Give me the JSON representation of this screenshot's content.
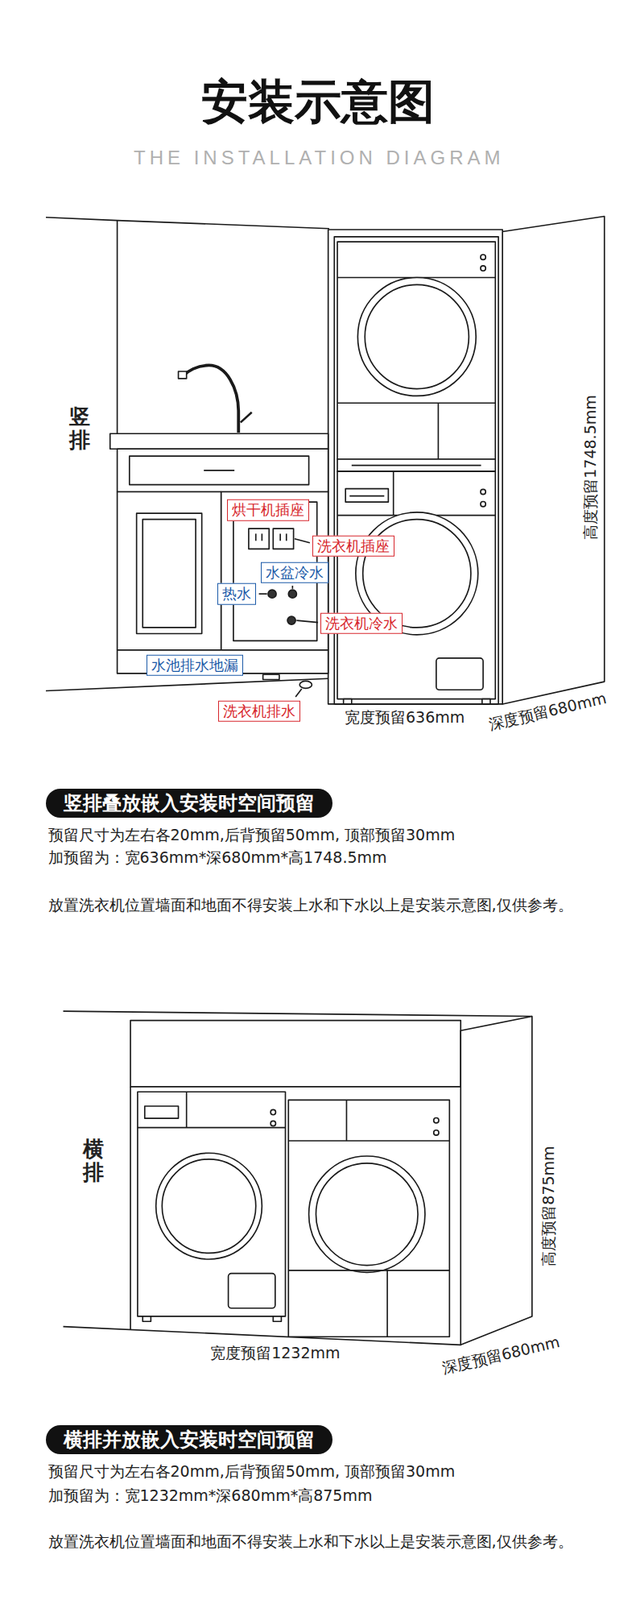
{
  "diagram": {
    "title": "安装示意图",
    "nodes": [
      {
        "text": [
          "烘干机插座"
        ]
      },
      {
        "text": [
          "洗衣机插座"
        ]
      },
      {
        "text": [
          "水盆冷水"
        ]
      },
      {
        "text": [
          "热水"
        ]
      },
      {
        "text": [
          "洗衣机冷水"
        ]
      },
      {
        "text": [
          "水池排水地漏"
        ]
      },
      {
        "text": [
          "洗衣机排水"
        ]
      },
      {
        "text": [
          "竖排叠放嵌入安装时空间预留"
        ]
      },
      {
        "text": [
          "横排并放嵌入安装时空间预留"
        ]
      }
    ],
    "labels": [
      "THE INSTALLATION DIAGRAM",
      "竖排",
      "高度预留1748.5mm",
      "宽度预留636mm",
      "深度预留680mm",
      "预留尺寸为左右各20mm,后背预留50mm, 顶部预留30mm",
      "加预留为：宽636mm*深680mm*高1748.5mm",
      "放置洗衣机位置墙面和地面不得安装上水和下水以上是安装示意图,仅供参考。",
      "横排",
      "高度预留875mm",
      "宽度预留1232mm",
      "深度预留680mm",
      "预留尺寸为左右各20mm,后背预留50mm, 顶部预留30mm",
      "加预留为：宽1232mm*深680mm*高875mm",
      "放置洗衣机位置墙面和地面不得安装上水和下水以上是安装示意图,仅供参考。"
    ]
  }
}
